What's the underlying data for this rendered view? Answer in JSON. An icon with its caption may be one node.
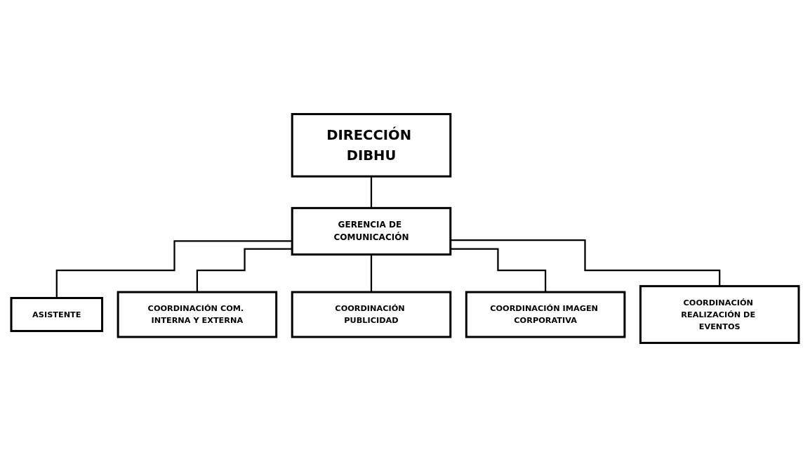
{
  "diagram": {
    "nodes": [
      {
        "text": [
          "DIRECCIÓN DIBHU"
        ]
      },
      {
        "text": [
          "GERENCIA DE COMUNICACIÓN"
        ]
      },
      {
        "text": [
          "ASISTENTE"
        ]
      },
      {
        "text": [
          "COORDINACIÓN COM. INTERNA Y EXTERNA"
        ]
      },
      {
        "text": [
          "COORDINACIÓN PUBLICIDAD"
        ]
      },
      {
        "text": [
          "COORDINACIÓN IMAGEN CORPORATIVA"
        ]
      },
      {
        "text": [
          "COORDINACIÓN REALIZACIÓN DE EVENTOS"
        ]
      }
    ],
    "edges": [
      {
        "from": 0,
        "to": 1,
        "arrow": "none"
      },
      {
        "from": 1,
        "to": 2,
        "arrow": "none"
      },
      {
        "from": 1,
        "to": 3,
        "arrow": "none"
      },
      {
        "from": 1,
        "to": 4,
        "arrow": "none"
      },
      {
        "from": 1,
        "to": 5,
        "arrow": "none"
      },
      {
        "from": 1,
        "to": 6,
        "arrow": "none"
      }
    ]
  }
}
